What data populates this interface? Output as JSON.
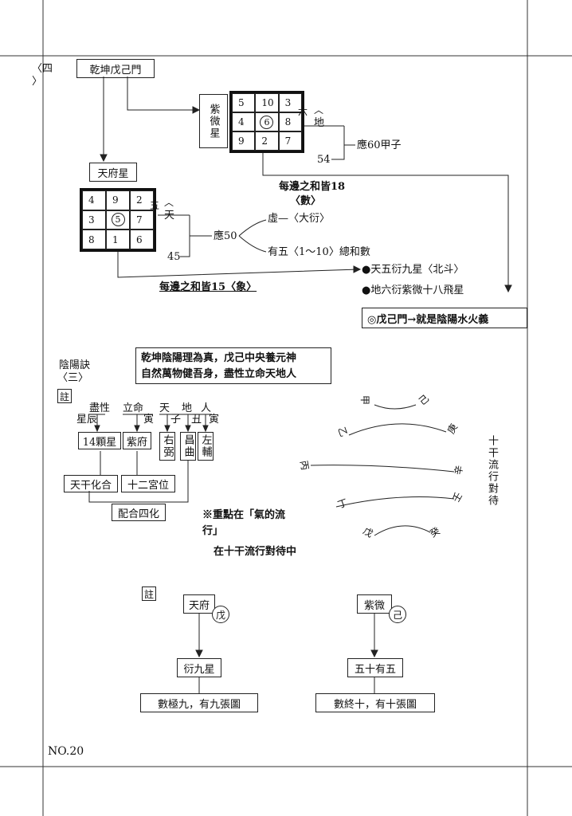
{
  "section_mark": "〈四",
  "top_title": "乾坤戊己門",
  "ziwei_label": "紫微星",
  "grid_ziwei": [
    "5",
    "10",
    "3",
    "4",
    "6",
    "8",
    "9",
    "2",
    "7"
  ],
  "grid_ziwei_center": "6",
  "tianfu_label": "天府星",
  "grid_tianfu": [
    "4",
    "9",
    "2",
    "3",
    "5",
    "7",
    "8",
    "1",
    "6"
  ],
  "grid_tianfu_center": "5",
  "di_label": "地",
  "di_number": "六",
  "ying60": "應60甲子",
  "num54": "54",
  "edge18_line1": "每邊之和皆18",
  "edge18_line2": "〈數〉",
  "tian_label": "天",
  "tian_number": "五",
  "ying50": "應50",
  "xu": "虛—〈大衍〉",
  "youwu": "有五〈1～10〉總和數",
  "num45": "45",
  "bullet1": "●天五衍九星〈北斗〉",
  "bullet2": "●地六衍紫微十八飛星",
  "edge15": "每邊之和皆15〈象〉",
  "wuji_box": "◎戊己門→就是陰陽水火義",
  "poem_line1": "乾坤陰陽理為真，戊己中央養元神",
  "poem_line2": "自然萬物健吾身，盡性立命天地人",
  "yinyang_title": "陰陽訣",
  "yinyang_sub": "〈三〉",
  "zhu": "註",
  "tree_jinxing": "盡性",
  "tree_xingchen": "星辰",
  "tree_liming": "立命",
  "tree_yin1": "寅",
  "tree_tian": "天",
  "tree_di": "地",
  "tree_ren": "人",
  "tree_zi": "子",
  "tree_chou": "丑",
  "tree_yin2": "寅",
  "box_14": "14顆星",
  "box_ziwei": "紫府",
  "box_youbi": "右弼",
  "box_changqu": "昌曲",
  "box_zuofu": "左輔",
  "box_tiangan": "天干化合",
  "box_shier": "十二宮位",
  "box_peihe": "配合四化",
  "note_line1": "※重點在「氣的流",
  "note_line2": "行」",
  "note_line3": "在十干流行對待中",
  "stems": [
    "甲",
    "己",
    "乙",
    "庚",
    "丙",
    "辛",
    "丁",
    "壬",
    "戊",
    "癸"
  ],
  "stems_title": "十干流行對待",
  "zhu2": "註",
  "tianfu_box": "天府",
  "tianfu_stem": "戊",
  "yanjiu": "衍九星",
  "shuji9": "數極九，有九張圖",
  "ziwei_box2": "紫微",
  "ziwei_stem": "己",
  "wushi": "五十有五",
  "shuzhong10": "數終十，有十張圖",
  "page_no": "NO.20"
}
